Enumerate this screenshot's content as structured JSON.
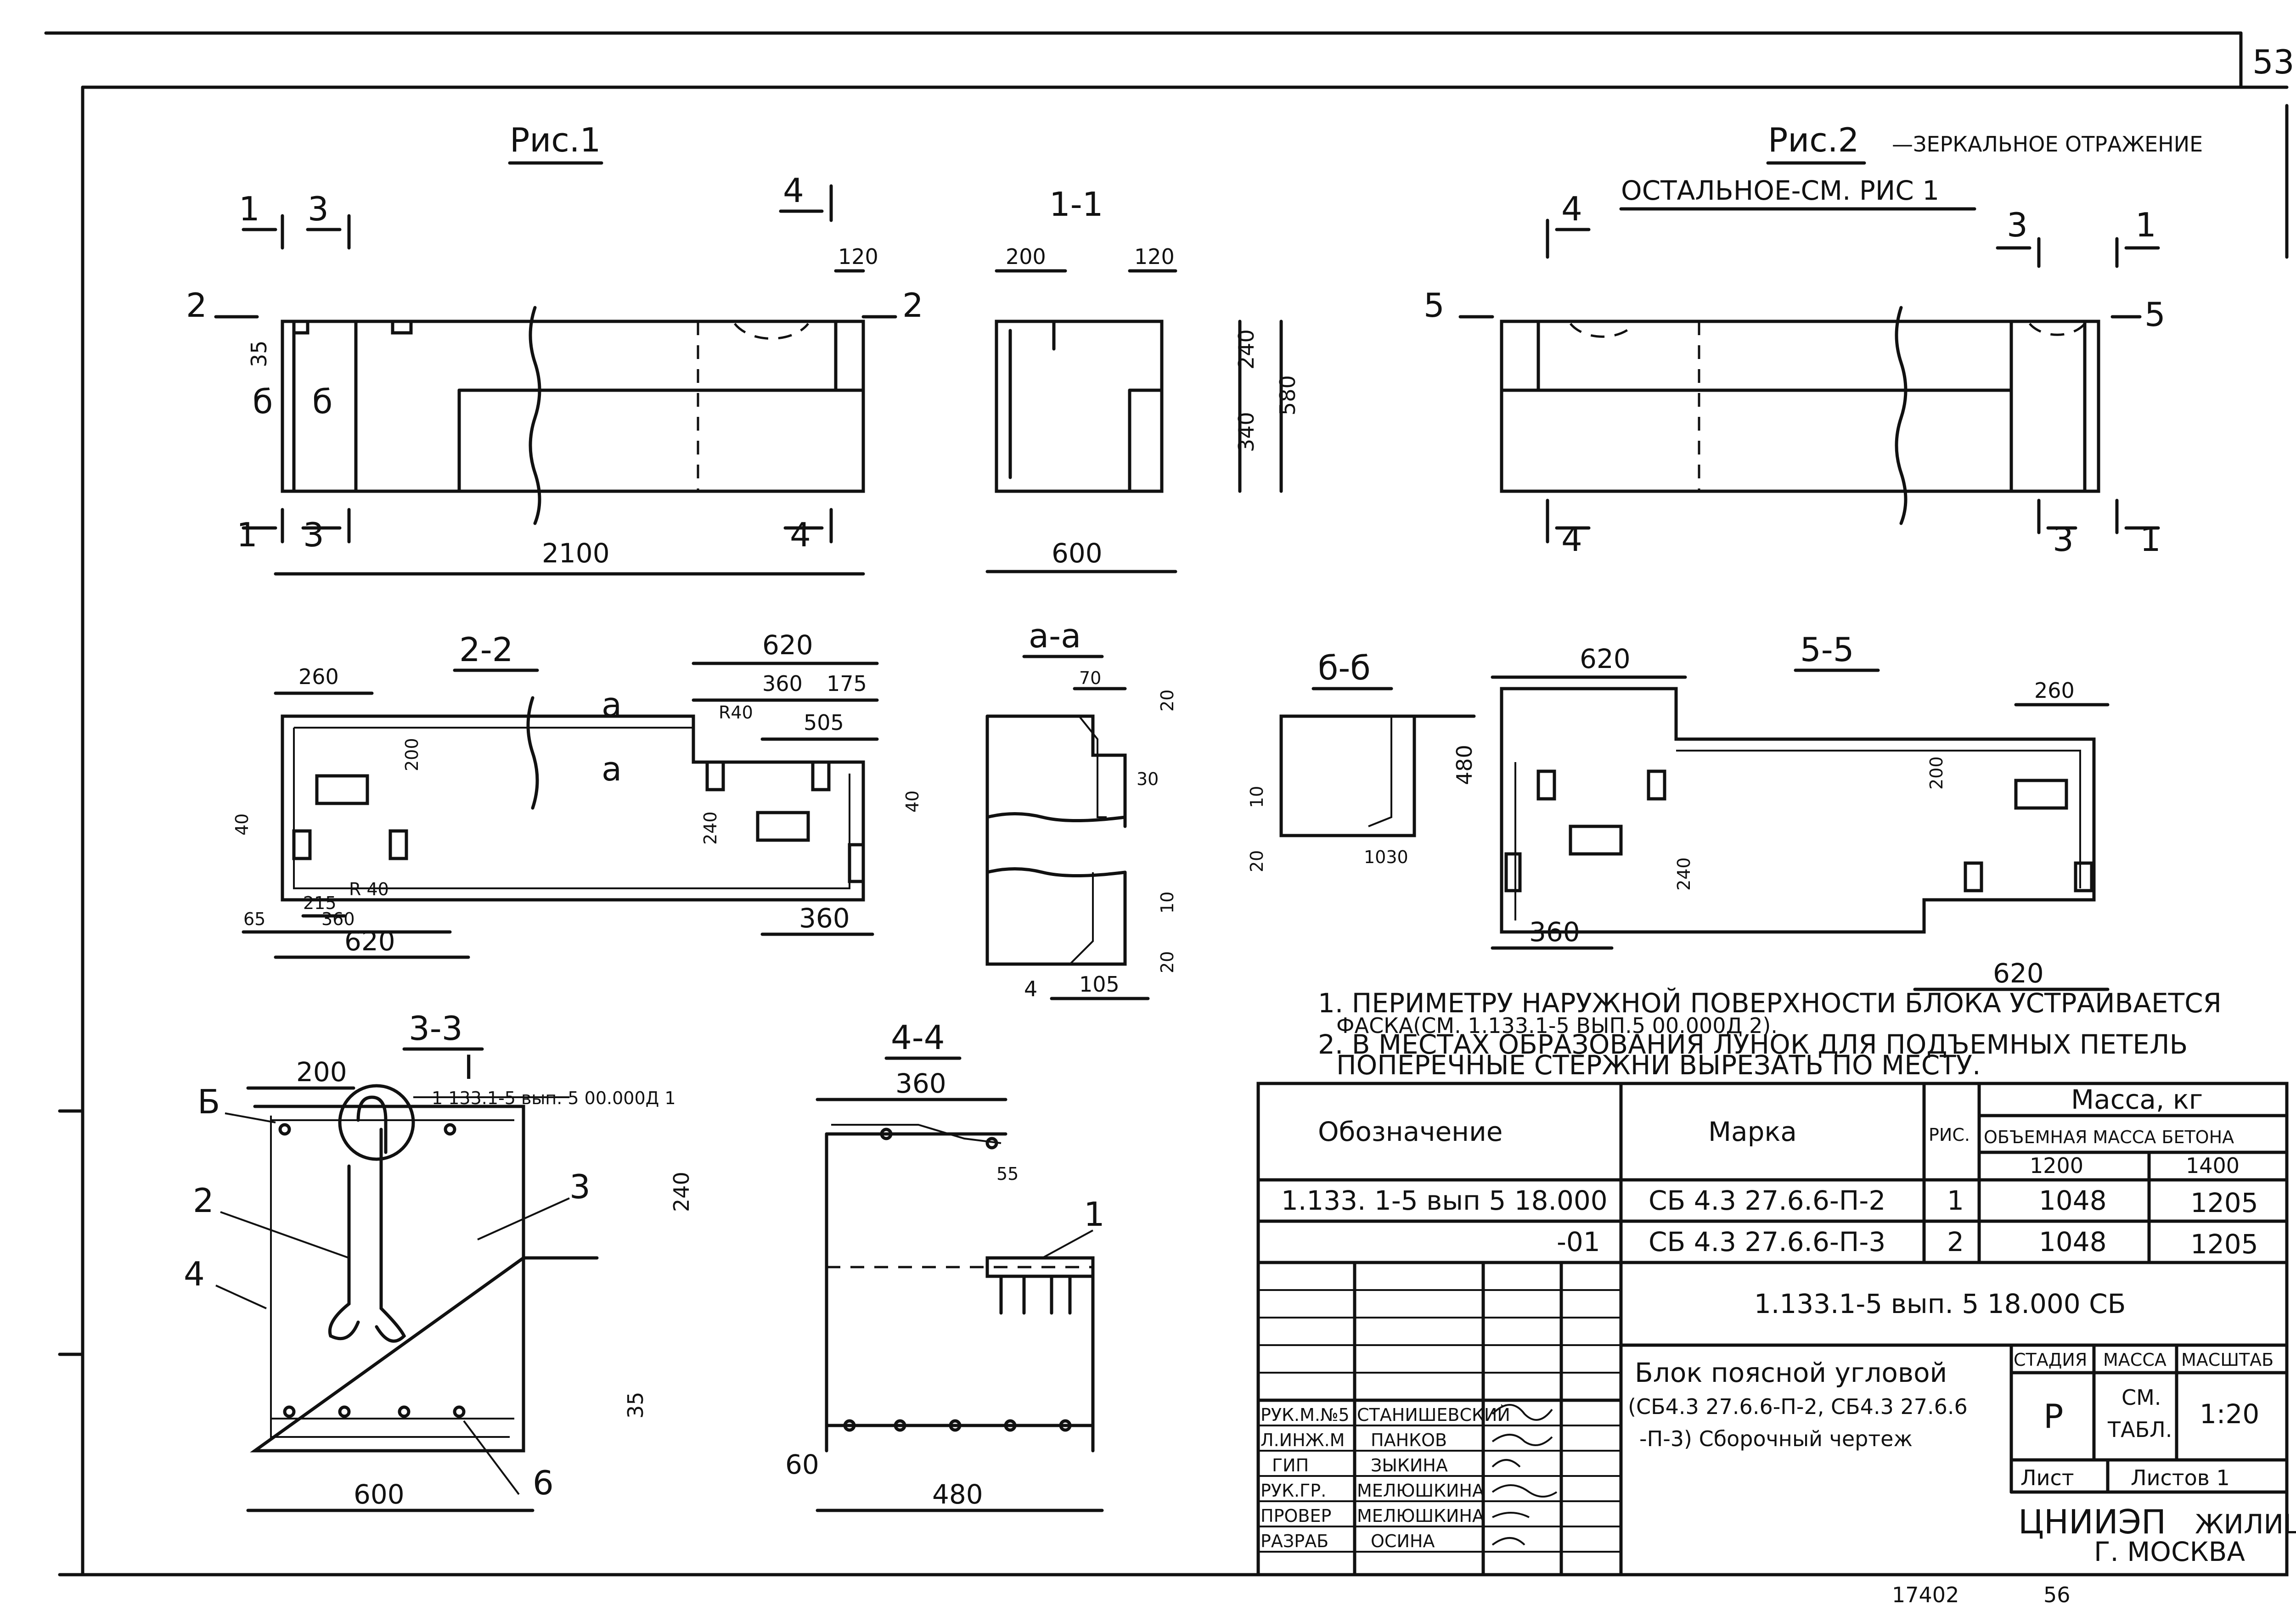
{
  "sheet": {
    "page_number": "53",
    "footer_left": "17402",
    "footer_right": "56"
  },
  "figures": {
    "fig1_title": "Рис.1",
    "fig2_title": "Рис.2",
    "fig2_note1": "—ЗЕРКАЛЬНОЕ ОТРАЖЕНИЕ",
    "fig2_note2": "ОСТАЛЬНОЕ-СМ. РИС 1"
  },
  "sections": {
    "s11": "1-1",
    "s22": "2-2",
    "saa": "а-а",
    "sbb": "б-б",
    "s55": "5-5",
    "s33": "3-3",
    "s44": "4-4"
  },
  "cut_marks": {
    "c1": "1",
    "c2": "2",
    "c3": "3",
    "c4": "4",
    "c5": "5",
    "c6": "б",
    "ca": "а",
    "ci": "I"
  },
  "dims": {
    "d35": "35",
    "d2100": "2100",
    "d120": "120",
    "d200": "200",
    "d240": "240",
    "d340": "340",
    "d580": "580",
    "d600": "600",
    "d620": "620",
    "d260": "260",
    "d360": "360",
    "d175": "175",
    "d505": "505",
    "r40": "R40",
    "r40b": "R 40",
    "d40": "40",
    "d215": "215",
    "d65": "65",
    "d70": "70",
    "d20": "20",
    "d30": "30",
    "d10": "10",
    "d105": "105",
    "d4": "4",
    "d480": "480",
    "d1030": "1030",
    "d55": "55",
    "d60": "60",
    "ref_detail": "1 133.1-5 вып. 5 00.000Д 1"
  },
  "callouts": {
    "b": "Б",
    "n1": "1",
    "n2": "2",
    "n3": "3",
    "n4": "4",
    "n6": "6"
  },
  "notes": [
    "1. ПЕРИМЕТРУ НАРУЖНОЙ ПОВЕРХНОСТИ БЛОКА УСТРАИВАЕТСЯ",
    "ФАСКА(СМ. 1.133.1-5 ВЫП.5 00.000Д 2).",
    "2. В МЕСТАХ ОБРАЗОВАНИЯ ЛУНОК ДЛЯ ПОДЪЕМНЫХ ПЕТЕЛЬ",
    "ПОПЕРЕЧНЫЕ СТЕРЖНИ ВЫРЕЗАТЬ ПО МЕСТУ."
  ],
  "spec_table": {
    "h_designation": "Обозначение",
    "h_mark": "Марка",
    "h_fig": "РИС.",
    "h_mass": "Масса, кг",
    "h_density": "ОБЪЕМНАЯ МАССА БЕТОНА",
    "h_d1": "1200",
    "h_d2": "1400",
    "rows": [
      {
        "designation": "1.133. 1-5 вып 5 18.000",
        "mark": "СБ 4.3 27.6.6-П-2",
        "fig": "1",
        "m1": "1048",
        "m2": "1205"
      },
      {
        "designation": "-01",
        "mark": "СБ 4.3 27.6.6-П-3",
        "fig": "2",
        "m1": "1048",
        "m2": "1205"
      }
    ]
  },
  "title_block": {
    "doc_code": "1.133.1-5 вып. 5 18.000 СБ",
    "title1": "Блок поясной угловой",
    "title2": "(СБ4.3 27.6.6-П-2, СБ4.3 27.6.6",
    "title3": "-П-3) Сборочный чертеж",
    "stage_h": "СТАДИЯ",
    "mass_h": "МАССА",
    "scale_h": "МАСШТАБ",
    "stage": "Р",
    "mass1": "СМ.",
    "mass2": "ТАБЛ.",
    "scale": "1:20",
    "sheet": "Лист",
    "sheets": "Листов 1",
    "org1": "ЦНИИЭП",
    "org2": "ЖИЛИЩА",
    "org3": "Г. МОСКВА",
    "signers": [
      {
        "role": "РУК.М.№5",
        "name": "СТАНИШЕВСКИЙ"
      },
      {
        "role": "Л.ИНЖ.М",
        "name": "ПАНКОВ"
      },
      {
        "role": "ГИП",
        "name": "ЗЫКИНА"
      },
      {
        "role": "РУК.ГР.",
        "name": "МЕЛЮШКИНА"
      },
      {
        "role": "ПРОВЕР",
        "name": "МЕЛЮШКИНА"
      },
      {
        "role": "РАЗРАБ",
        "name": "ОСИНА"
      }
    ]
  }
}
